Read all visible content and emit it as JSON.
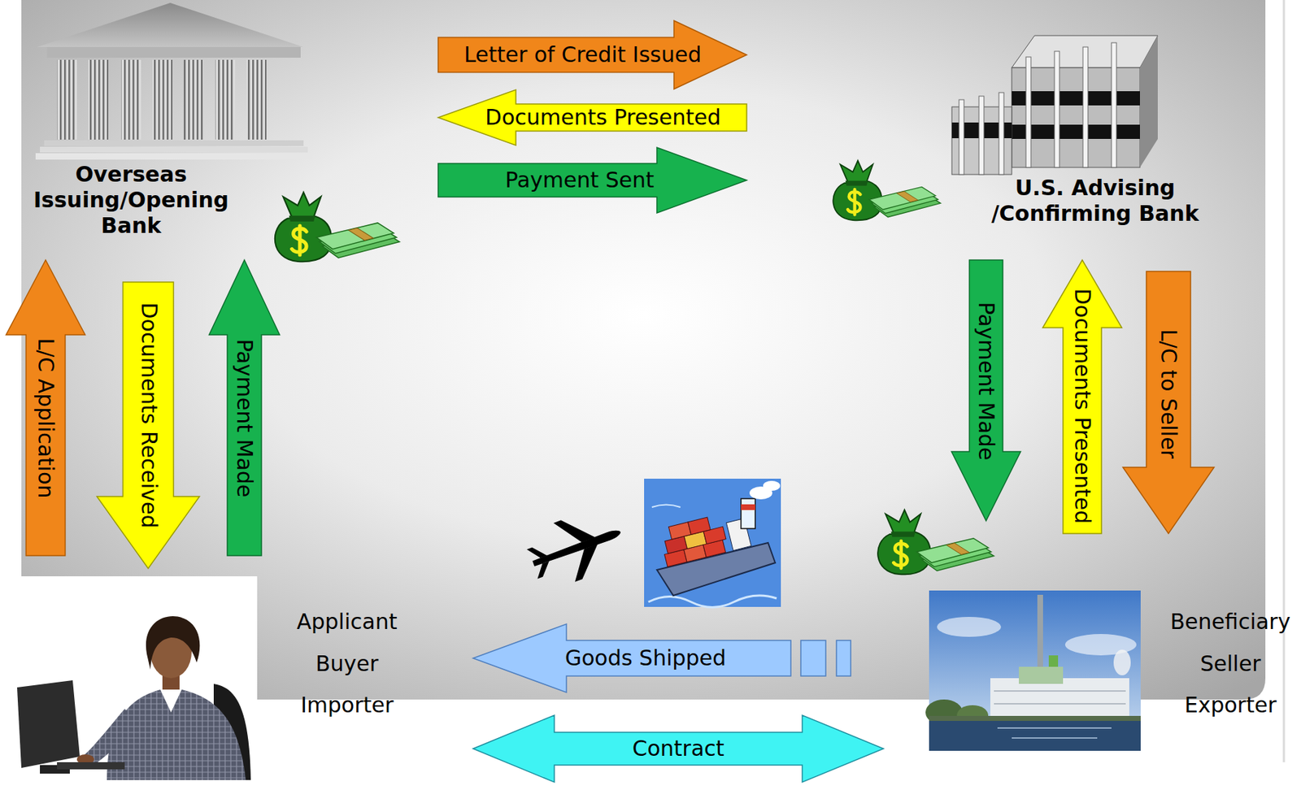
{
  "diagram": {
    "nodes": [
      {
        "text": [
          "Overseas Issuing/Opening Bank"
        ]
      },
      {
        "text": [
          "U.S. Advising /Confirming Bank"
        ]
      },
      {
        "text": [
          "Applicant",
          "Buyer",
          "Importer"
        ]
      },
      {
        "text": [
          "Beneficiary",
          "Seller",
          "Exporter"
        ]
      }
    ],
    "edges": [
      {
        "from": 0,
        "to": 1,
        "label": "Letter of Credit Issued",
        "arrow": "to"
      },
      {
        "from": 1,
        "to": 0,
        "label": "Documents Presented",
        "arrow": "to"
      },
      {
        "from": 0,
        "to": 1,
        "label": "Payment Sent",
        "arrow": "to"
      },
      {
        "from": 2,
        "to": 0,
        "label": "L/C Application",
        "arrow": "to"
      },
      {
        "from": 0,
        "to": 2,
        "label": "Documents Received",
        "arrow": "to"
      },
      {
        "from": 2,
        "to": 0,
        "label": "Payment Made",
        "arrow": "to"
      },
      {
        "from": 1,
        "to": 3,
        "label": "Payment Made",
        "arrow": "to"
      },
      {
        "from": 3,
        "to": 1,
        "label": "Documents Presented",
        "arrow": "to"
      },
      {
        "from": 1,
        "to": 3,
        "label": "L/C to Seller",
        "arrow": "to"
      },
      {
        "from": 3,
        "to": 2,
        "label": "Goods Shipped",
        "arrow": "to"
      },
      {
        "from": 2,
        "to": 3,
        "label": "Contract",
        "arrow": "both"
      }
    ]
  }
}
